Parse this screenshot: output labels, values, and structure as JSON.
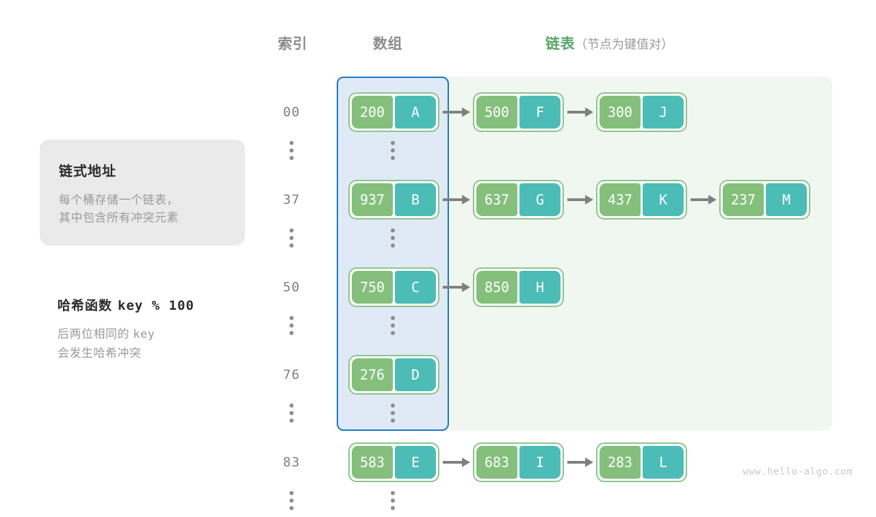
{
  "headers": {
    "index": "索引",
    "array": "数组",
    "list": "链表",
    "list_note": "（节点为键值对）"
  },
  "info_card": {
    "title": "链式地址",
    "line1": "每个桶存储一个链表，",
    "line2": "其中包含所有冲突元素"
  },
  "hash_note": {
    "title": "哈希函数",
    "expression": "key % 100",
    "line1_prefix": "后两位相同的 ",
    "line1_key": "key",
    "line2": "会发生哈希冲突"
  },
  "colors": {
    "key_box": "#84c07c",
    "value_box": "#4cbcb6",
    "node_border": "#8bc48a",
    "array_panel_bg": "#dfeaf6",
    "array_panel_border": "#1778c4",
    "list_panel_bg": "#f0f7f0",
    "arrow": "#808080",
    "accent_green_text": "#5aa469",
    "muted_text": "#9a9a9a"
  },
  "buckets": [
    {
      "index": "00",
      "bucket": {
        "key": "200",
        "value": "A"
      },
      "chain": [
        {
          "key": "500",
          "value": "F"
        },
        {
          "key": "300",
          "value": "J"
        }
      ]
    },
    {
      "index": "37",
      "bucket": {
        "key": "937",
        "value": "B"
      },
      "chain": [
        {
          "key": "637",
          "value": "G"
        },
        {
          "key": "437",
          "value": "K"
        },
        {
          "key": "237",
          "value": "M"
        }
      ]
    },
    {
      "index": "50",
      "bucket": {
        "key": "750",
        "value": "C"
      },
      "chain": [
        {
          "key": "850",
          "value": "H"
        }
      ]
    },
    {
      "index": "76",
      "bucket": {
        "key": "276",
        "value": "D"
      },
      "chain": []
    },
    {
      "index": "83",
      "bucket": {
        "key": "583",
        "value": "E"
      },
      "chain": [
        {
          "key": "683",
          "value": "I"
        },
        {
          "key": "283",
          "value": "L"
        }
      ]
    }
  ],
  "footer": {
    "url": "www.hello-algo.com"
  }
}
